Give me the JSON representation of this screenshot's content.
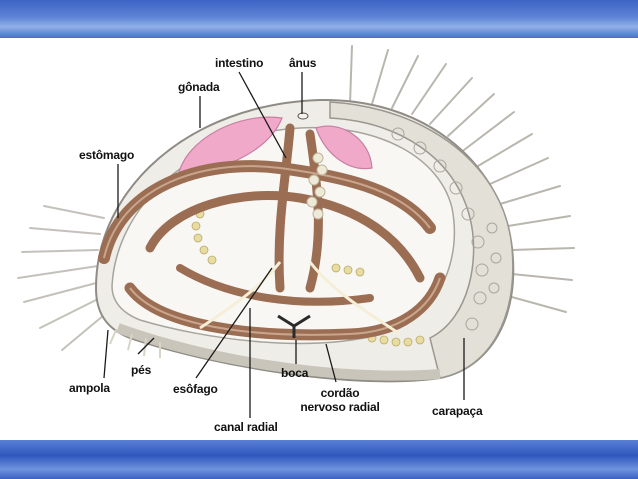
{
  "labels": {
    "intestino": "intestino",
    "anus": "ânus",
    "gonada": "gônada",
    "estomago": "estômago",
    "pes": "pés",
    "ampola": "ampola",
    "esofago": "esôfago",
    "boca": "boca",
    "cordao_line1": "cordão",
    "cordao_line2": "nervoso radial",
    "carapaca": "carapaça",
    "canal_radial": "canal radial"
  },
  "colors": {
    "background_blue": "#2f55b8",
    "panel": "#ffffff",
    "gut": "#9b6e54",
    "gonad": "#f0a8c8",
    "shell": "#e9e6df",
    "line": "#1a1a1a"
  }
}
